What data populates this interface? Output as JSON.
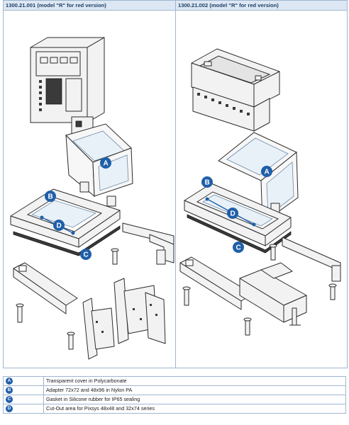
{
  "panels": [
    {
      "title": "1300.21.001 (model \"R\" for red version)"
    },
    {
      "title": "1300.21.002 (model \"R\" for red version)"
    }
  ],
  "callouts": {
    "A": "A",
    "B": "B",
    "C": "C",
    "D": "D"
  },
  "legend": [
    {
      "key": "A",
      "text": "Transparent cover in Polycarbonate"
    },
    {
      "key": "B",
      "text": "Adapter 72x72 and 48x96 in Nylon PA"
    },
    {
      "key": "C",
      "text": "Gasket in Silicone rubber for IP65 sealing"
    },
    {
      "key": "D",
      "text": "Cut-Out area for Pixsys 48x48 and 32x74 series"
    }
  ],
  "colors": {
    "accent": "#1f5fa8",
    "border": "#9fb6cf",
    "header_bg": "#dce7f3"
  }
}
